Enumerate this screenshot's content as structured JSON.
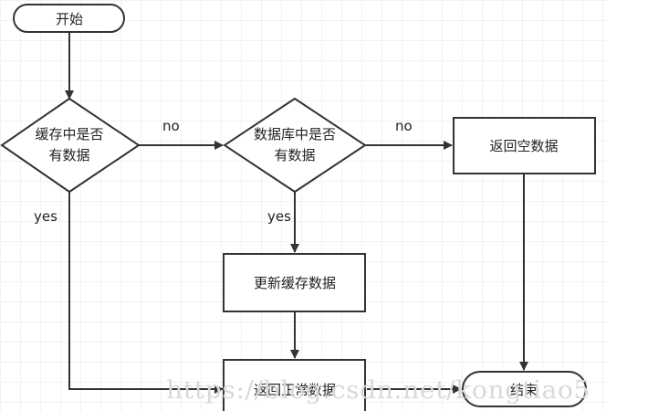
{
  "diagram": {
    "nodes": {
      "start": {
        "label": "开始"
      },
      "cache_check": {
        "line1": "缓存中是否",
        "line2": "有数据"
      },
      "db_check": {
        "line1": "数据库中是否",
        "line2": "有数据"
      },
      "return_empty": {
        "label": "返回空数据"
      },
      "update_cache": {
        "label": "更新缓存数据"
      },
      "return_normal": {
        "label": "返回正常数据"
      },
      "end": {
        "label": "结束"
      }
    },
    "edges": {
      "cache_no": "no",
      "cache_yes": "yes",
      "db_no": "no",
      "db_yes": "yes"
    }
  },
  "watermark": "https://blog.csdn.net/kongtiao5",
  "colors": {
    "stroke": "#333333",
    "grid": "#e6e6e6",
    "text": "#222222",
    "watermark": "#d9d9d9"
  }
}
